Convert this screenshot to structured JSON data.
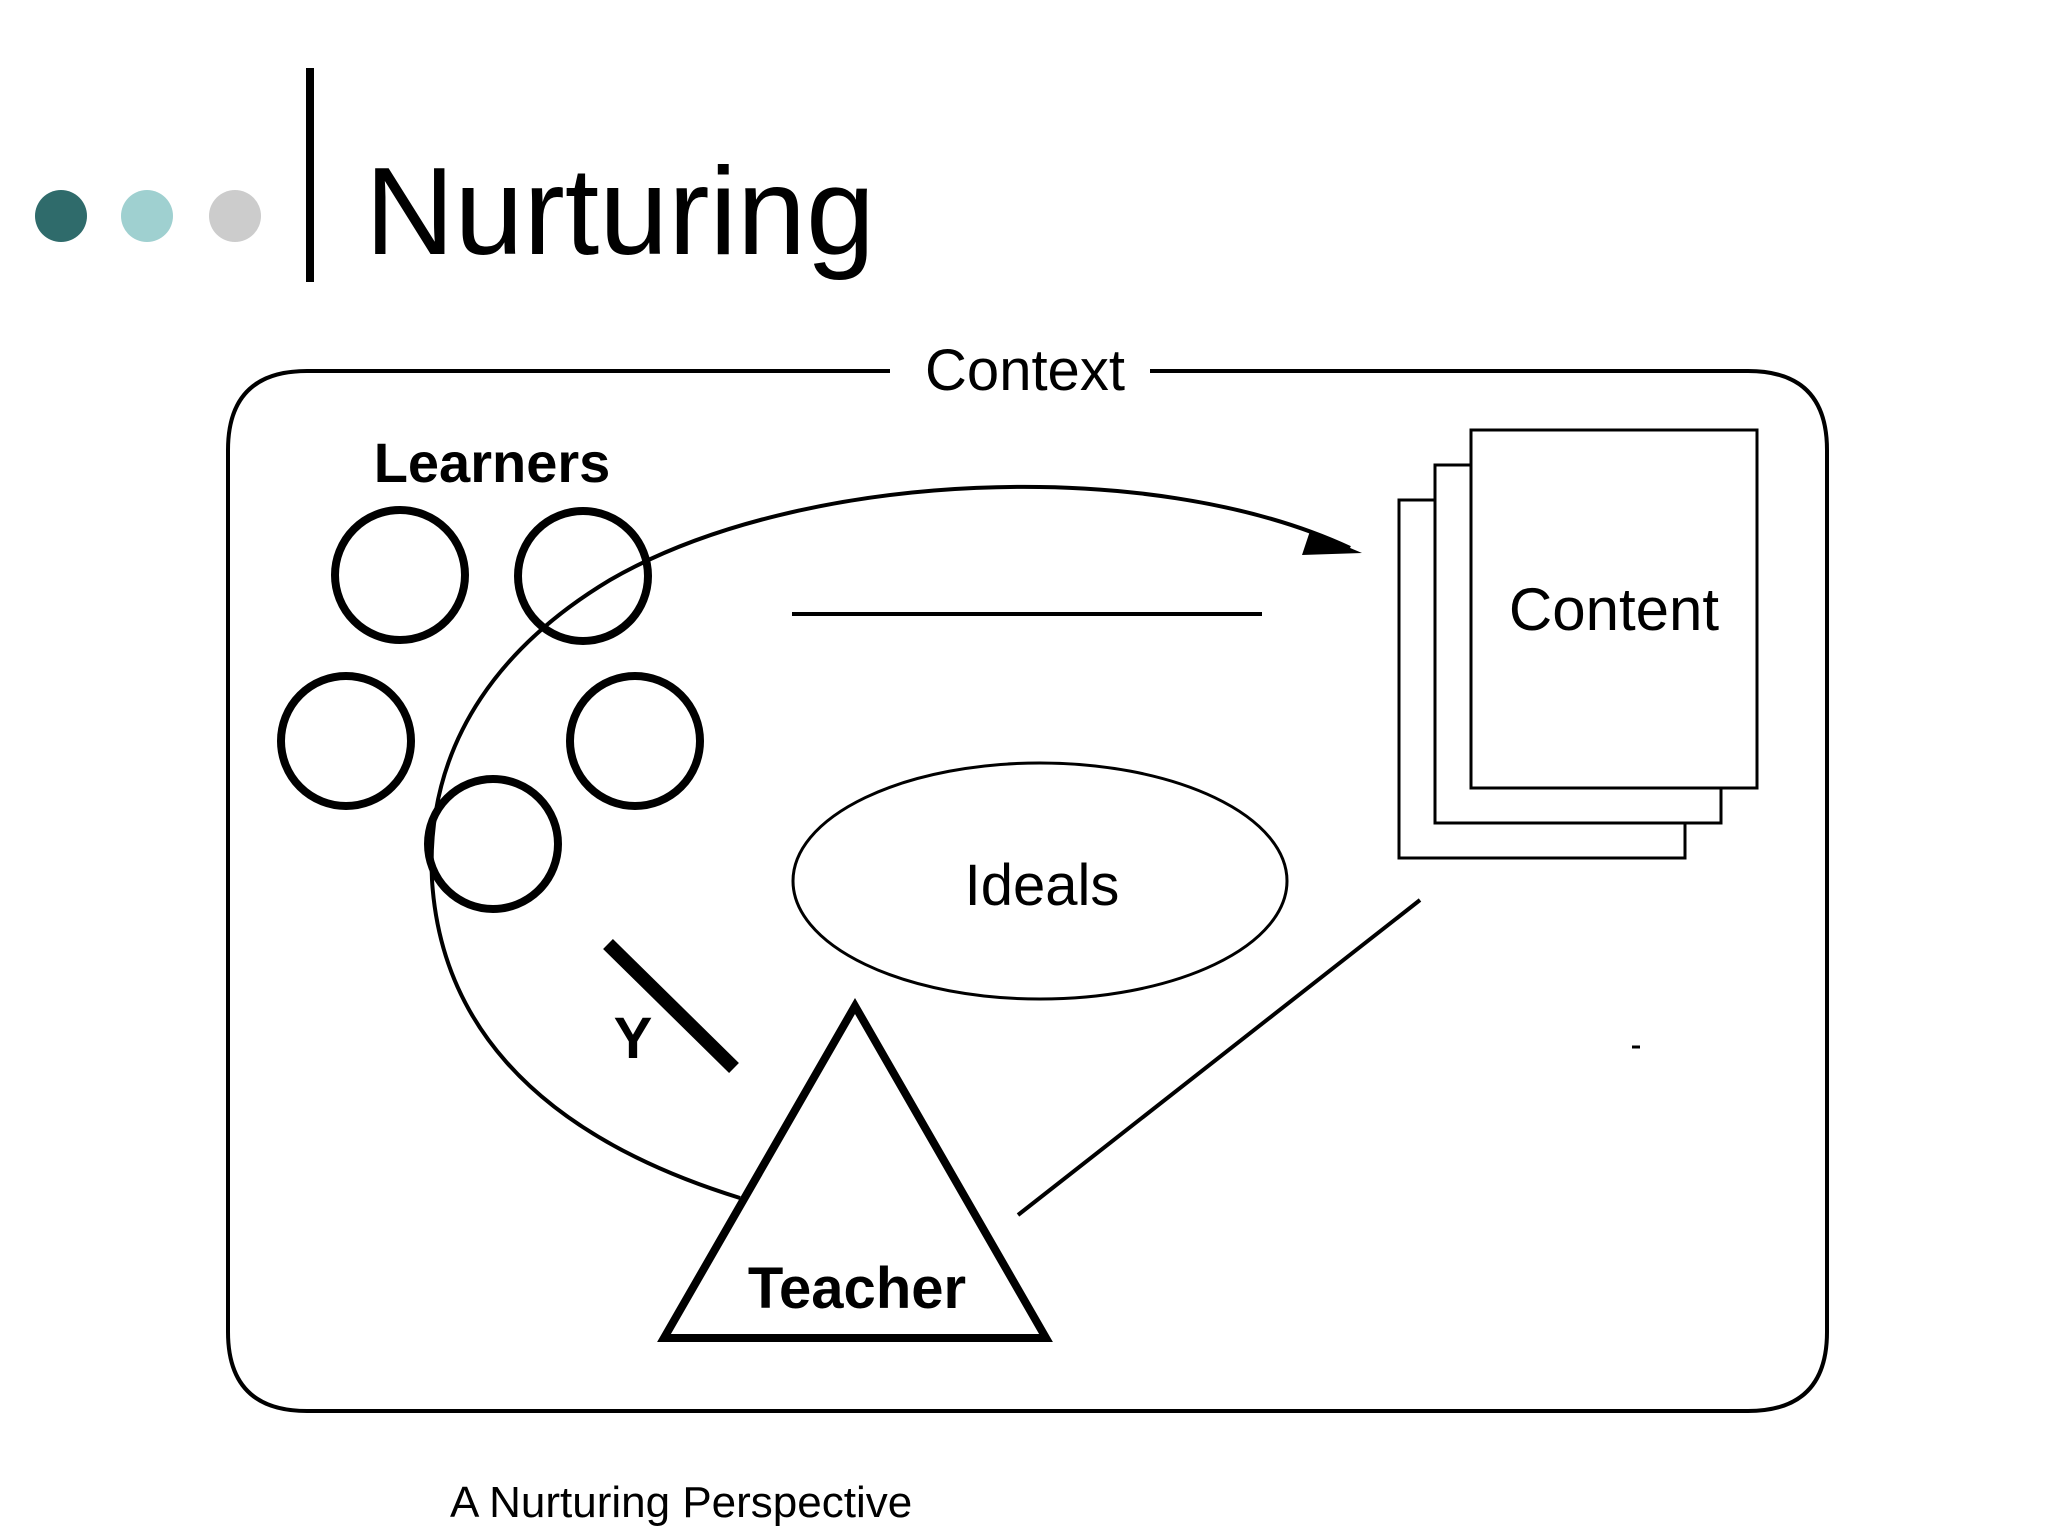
{
  "slide": {
    "title": "Nurturing",
    "caption": "A Nurturing Perspective",
    "bullet_colors": [
      "#2f6b6b",
      "#9fd0d0",
      "#cccccc"
    ]
  },
  "diagram": {
    "context_label": "Context",
    "learners_label": "Learners",
    "content_label": "Content",
    "ideals_label": "Ideals",
    "teacher_label": "Teacher",
    "y_label": "Y"
  }
}
